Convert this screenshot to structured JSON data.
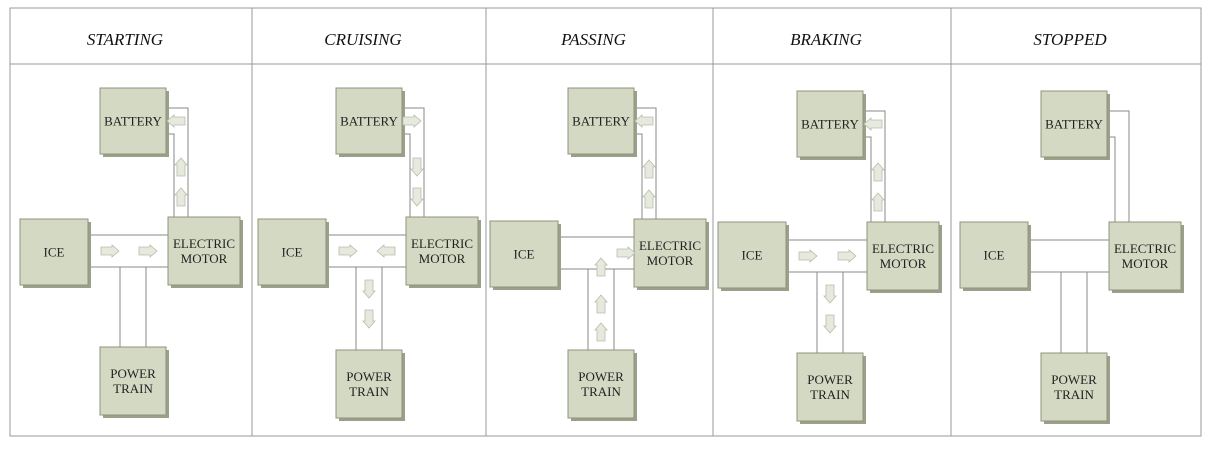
{
  "panels": [
    {
      "title": "STARTING",
      "battery": [
        "BATTERY"
      ],
      "ice": [
        "ICE"
      ],
      "motor": [
        "ELECTRIC",
        "MOTOR"
      ],
      "power": [
        "POWER",
        "TRAIN"
      ],
      "flows": [
        "motor-battery-up",
        "ice-motor"
      ]
    },
    {
      "title": "CRUISING",
      "battery": [
        "BATTERY"
      ],
      "ice": [
        "ICE"
      ],
      "motor": [
        "ELECTRIC",
        "MOTOR"
      ],
      "power": [
        "POWER",
        "TRAIN"
      ],
      "flows": [
        "battery-motor-down",
        "ice-to-power",
        "motor-to-power",
        "power-down"
      ]
    },
    {
      "title": "PASSING",
      "battery": [
        "BATTERY"
      ],
      "ice": [
        "ICE"
      ],
      "motor": [
        "ELECTRIC",
        "MOTOR"
      ],
      "power": [
        "POWER",
        "TRAIN"
      ],
      "flows": [
        "motor-battery-up",
        "power-up-to-motor"
      ]
    },
    {
      "title": "BRAKING",
      "battery": [
        "BATTERY"
      ],
      "ice": [
        "ICE"
      ],
      "motor": [
        "ELECTRIC",
        "MOTOR"
      ],
      "power": [
        "POWER",
        "TRAIN"
      ],
      "flows": [
        "motor-battery-up",
        "ice-motor",
        "power-down"
      ]
    },
    {
      "title": "STOPPED",
      "battery": [
        "BATTERY"
      ],
      "ice": [
        "ICE"
      ],
      "motor": [
        "ELECTRIC",
        "MOTOR"
      ],
      "power": [
        "POWER",
        "TRAIN"
      ],
      "flows": []
    }
  ],
  "colors": {
    "box": "#d4d9c3",
    "shadow": "#9aa08a",
    "line": "#8a8a8a",
    "arrow": "#e6e9de"
  }
}
